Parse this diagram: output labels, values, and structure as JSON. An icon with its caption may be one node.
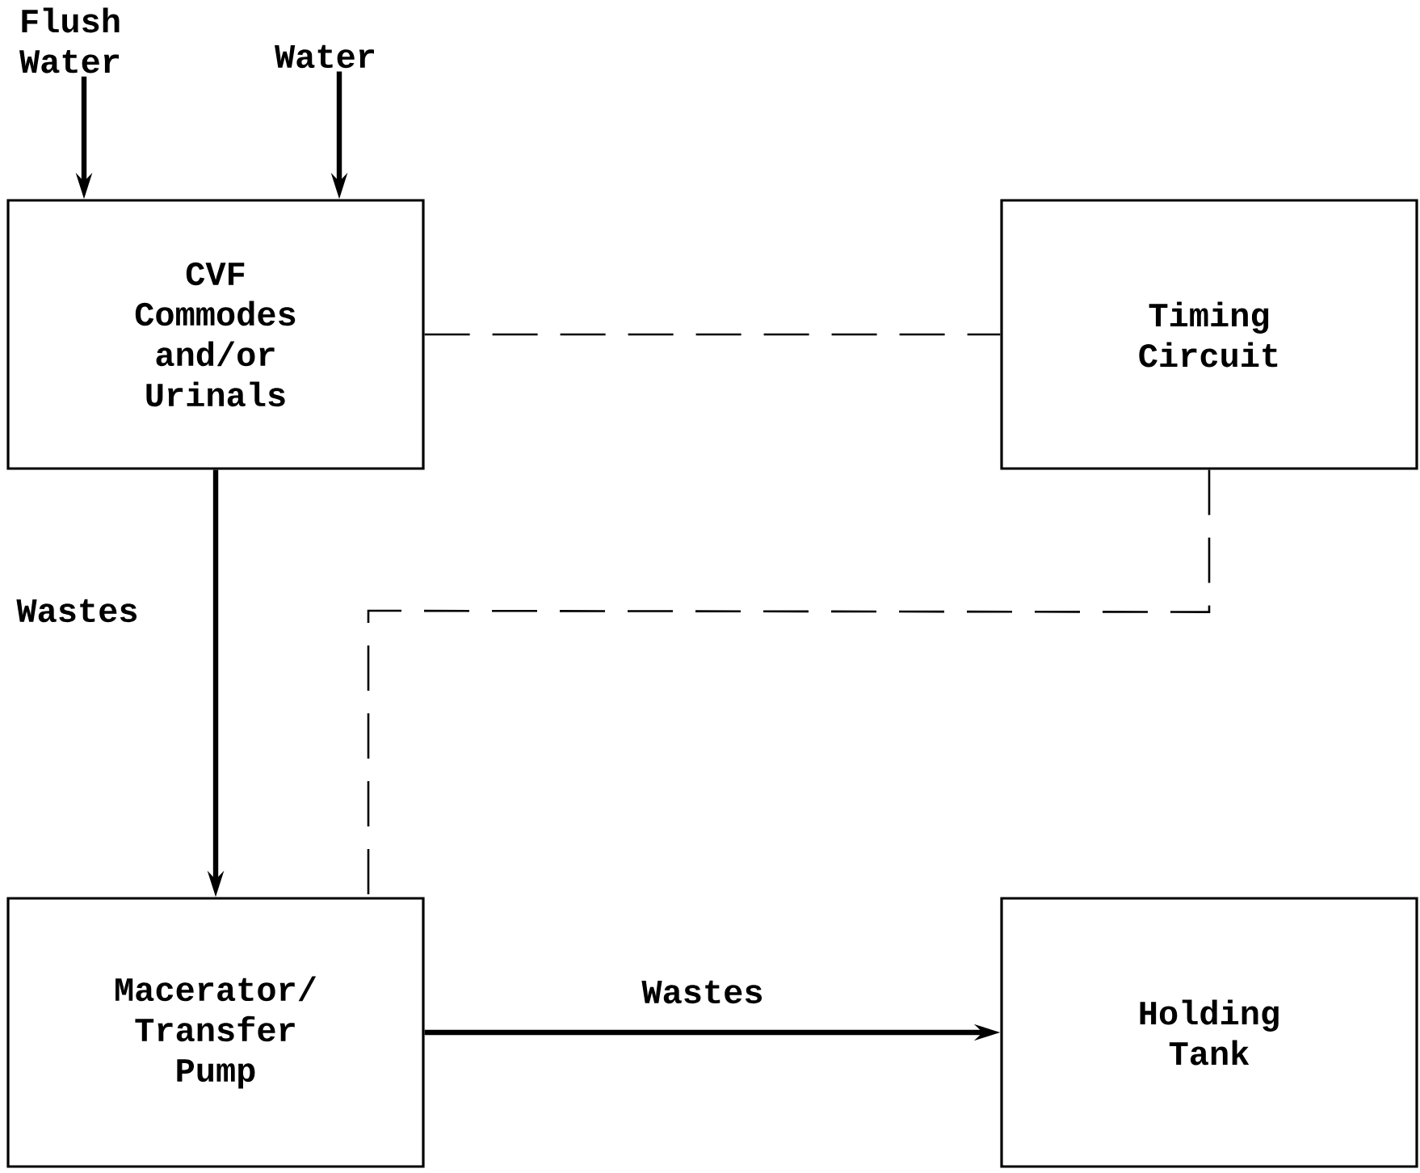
{
  "diagram": {
    "nodes": [
      {
        "text": [
          "CVF Commodes and/or Urinals"
        ]
      },
      {
        "text": [
          "Timing Circuit"
        ]
      },
      {
        "text": [
          "Macerator/ Transfer Pump"
        ]
      },
      {
        "text": [
          "Holding Tank"
        ]
      },
      {
        "text": [
          "Flush Water"
        ]
      },
      {
        "text": [
          "Water"
        ]
      }
    ],
    "edges": [
      {
        "from": 4,
        "to": 0,
        "arrow": "to"
      },
      {
        "from": 5,
        "to": 0,
        "arrow": "to"
      },
      {
        "from": 0,
        "to": 2,
        "arrow": "to",
        "label": "Wastes"
      },
      {
        "from": 2,
        "to": 3,
        "arrow": "to",
        "label": "Wastes"
      },
      {
        "from": 0,
        "to": 1,
        "arrow": "none",
        "style": "dashed"
      },
      {
        "from": 1,
        "to": 2,
        "arrow": "none",
        "style": "dashed"
      }
    ]
  }
}
